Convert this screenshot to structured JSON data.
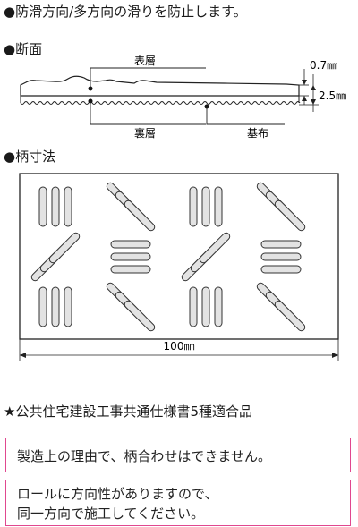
{
  "intro": "●防滑方向/多方向の滑りを防止します。",
  "section_cross": {
    "heading": "●断面",
    "label_top_layer": "表層",
    "label_back_layer": "裏層",
    "label_base_cloth": "基布",
    "dim_top": "0.7㎜",
    "dim_total": "2.5㎜"
  },
  "section_pattern": {
    "heading": "●柄寸法",
    "dim_width": "100㎜"
  },
  "certification": "★公共住宅建設工事共通仕様書5種適合品",
  "notices": {
    "pattern_match": "製造上の理由で、柄合わせはできません。",
    "direction_line1": "ロールに方向性がありますので、",
    "direction_line2": "同一方向で施工してください。"
  },
  "colors": {
    "notice_border": "#e0478f",
    "pattern_fill": "#e3e3e3"
  }
}
